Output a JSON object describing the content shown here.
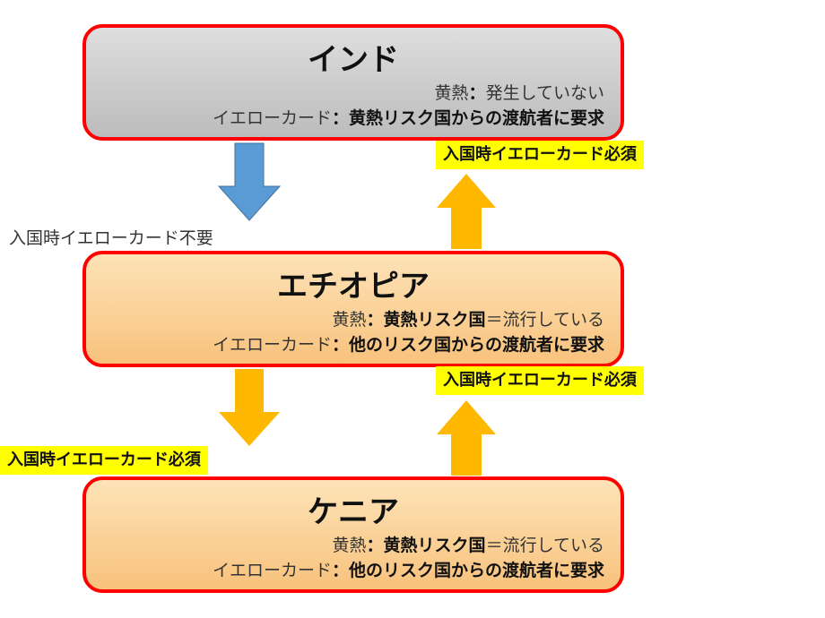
{
  "colors": {
    "border": "#ff0000",
    "gray_box": "#c8c8c8",
    "orange_box": "#fbd49b",
    "arrow_blue": "#5b9bd5",
    "arrow_orange": "#ffb800",
    "label_highlight": "#ffff00"
  },
  "india": {
    "name": "インド",
    "fever_label": "黄熱",
    "fever_value": "発生していない",
    "card_label": "イエローカード",
    "card_value": "黄熱リスク国からの渡航者に要求"
  },
  "ethiopia": {
    "name": "エチオピア",
    "fever_label": "黄熱",
    "fever_value_bold": "黄熱リスク国",
    "fever_value_rest": "＝流行している",
    "card_label": "イエローカード",
    "card_value": "他のリスク国からの渡航者に要求"
  },
  "kenya": {
    "name": "ケニア",
    "fever_label": "黄熱",
    "fever_value_bold": "黄熱リスク国",
    "fever_value_rest": "＝流行している",
    "card_label": "イエローカード",
    "card_value": "他のリスク国からの渡航者に要求"
  },
  "arrows": {
    "india_to_ethiopia": "入国時イエローカード不要",
    "ethiopia_to_india": "入国時イエローカード必須",
    "ethiopia_to_kenya": "入国時イエローカード必須",
    "kenya_to_ethiopia": "入国時イエローカード必須"
  },
  "colon": "："
}
